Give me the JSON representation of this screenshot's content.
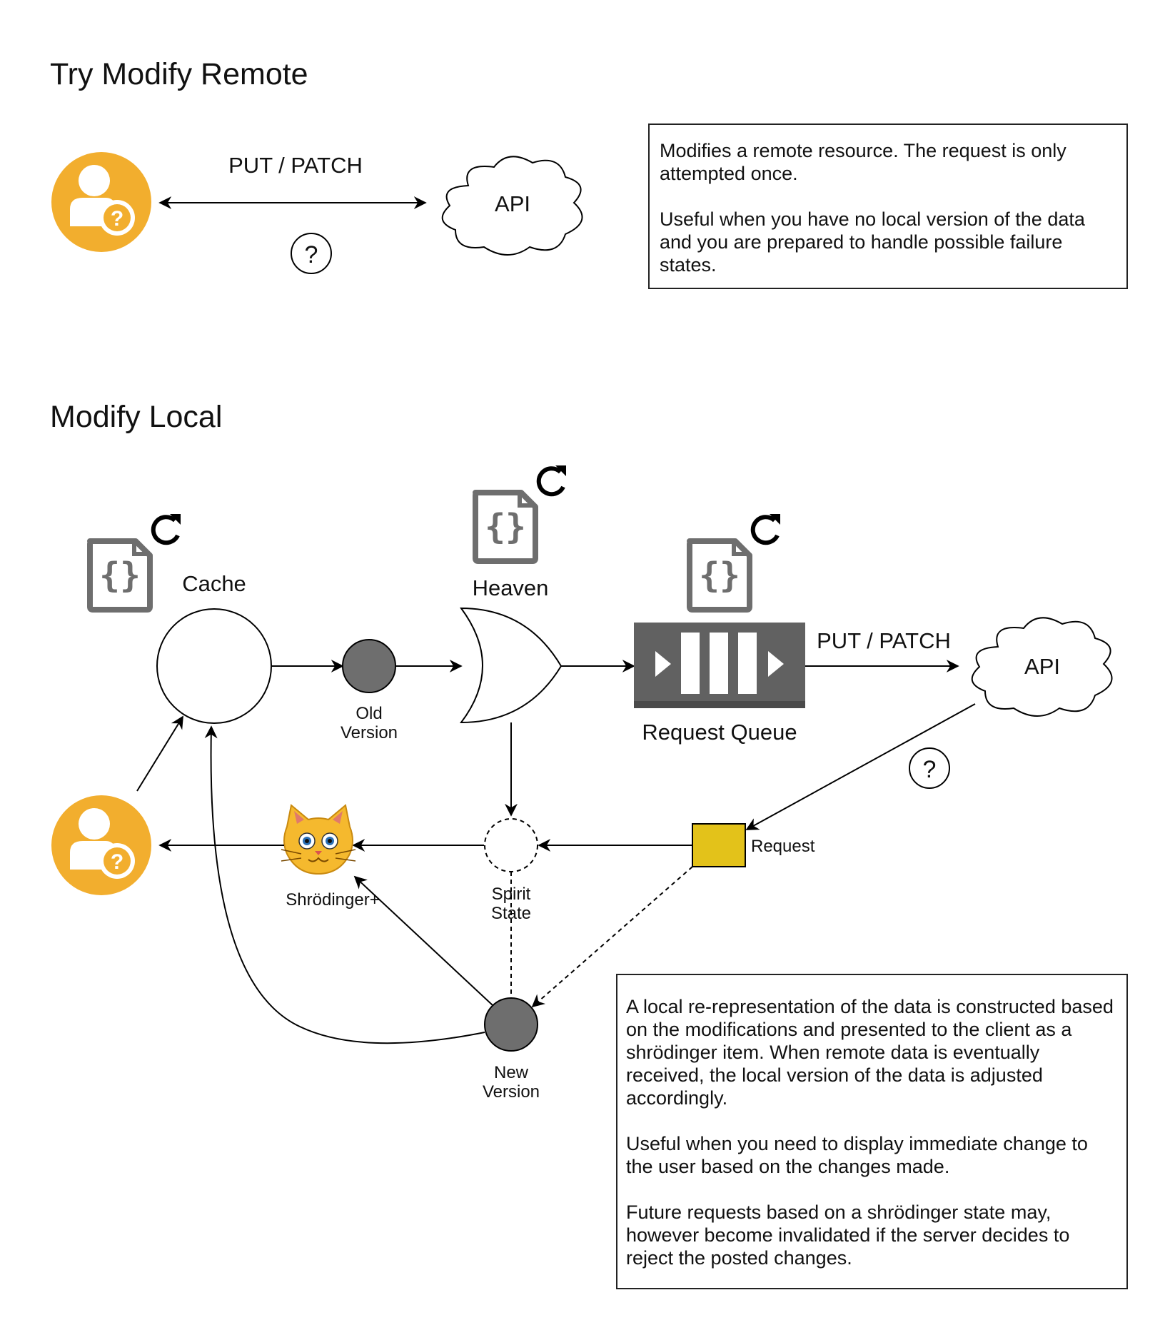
{
  "colors": {
    "user_icon": "#F2AE2E",
    "node_fill": "#6E6E6E",
    "queue_fill": "#616161",
    "request_box": "#E3C21A",
    "stroke": "#000000",
    "icon_gray": "#6E6E6E"
  },
  "section_remote": {
    "title": "Try Modify Remote",
    "arrow_label": "PUT / PATCH",
    "api_label": "API",
    "question_mark": "?",
    "user_icon": "user-question-icon",
    "description": [
      "Modifies a remote resource. The request is only attempted once.",
      "Useful when you have no local version of the data and you are prepared to handle possible failure states."
    ]
  },
  "section_local": {
    "title": "Modify Local",
    "cache_label": "Cache",
    "heaven_label": "Heaven",
    "old_version_label": [
      "Old",
      "Version"
    ],
    "queue_label": "Request Queue",
    "arrow_label": "PUT / PATCH",
    "api_label": "API",
    "question_mark": "?",
    "request_label": "Request",
    "spirit_state_label": [
      "Spirit",
      "State"
    ],
    "schrodinger_label": "Shrödinger+",
    "new_version_label": [
      "New",
      "Version"
    ],
    "icons": [
      "json-file-icon",
      "refresh-icon",
      "cat-icon",
      "user-question-icon"
    ],
    "description": [
      "A local re-representation of the data is constructed based on the modifications and presented to the client as a shrödinger item. When remote data is eventually received, the local version of the data is adjusted accordingly.",
      "Useful when you need to display immediate change to the user based on the changes made.",
      "Future requests based on a shrödinger state may, however become invalidated if the server decides to reject the posted changes."
    ]
  }
}
